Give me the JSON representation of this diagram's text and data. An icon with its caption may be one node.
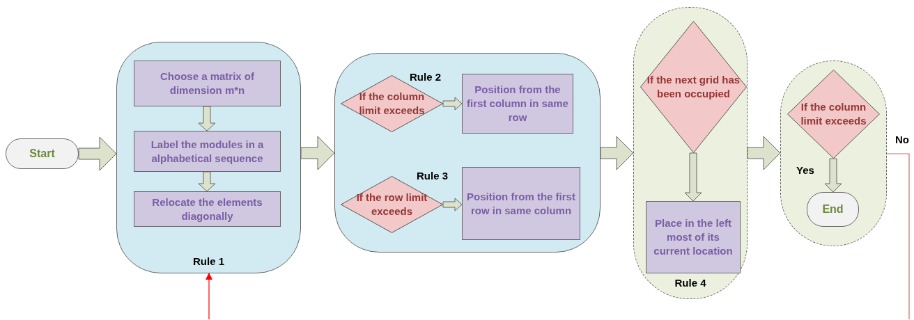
{
  "diagram": {
    "nodes": [
      {
        "text": [
          "Start"
        ]
      },
      {
        "text": [
          "Rule 1"
        ]
      },
      {
        "text": [
          "Choose a matrix of dimension m*n"
        ],
        "in": 1
      },
      {
        "text": [
          "Label the modules in a alphabetical sequence"
        ],
        "in": 1
      },
      {
        "text": [
          "Relocate the elements diagonally"
        ],
        "in": 1
      },
      {
        "text": [],
        "shape": "box"
      },
      {
        "text": [
          "If the column limit exceeds"
        ],
        "in": 5,
        "beside": [
          "Rule 2"
        ]
      },
      {
        "text": [
          "Position from the first column in same row"
        ],
        "in": 5
      },
      {
        "text": [
          "If the row limit exceeds"
        ],
        "in": 5,
        "beside": [
          "Rule 3"
        ]
      },
      {
        "text": [
          "Position from the first row in same column"
        ],
        "in": 5
      },
      {
        "text": [
          "Rule 4"
        ]
      },
      {
        "text": [
          "If the next grid has been occupied"
        ],
        "in": 10
      },
      {
        "text": [
          "Place in the left most of its current location"
        ],
        "in": 10
      },
      {
        "text": [],
        "shape": "box"
      },
      {
        "text": [
          "If the column limit exceeds"
        ],
        "in": 13
      },
      {
        "text": [
          "End"
        ],
        "in": 13
      }
    ],
    "edges": [
      {
        "from": 0,
        "to": 1,
        "arrow": "to",
        "style": "thick"
      },
      {
        "from": 2,
        "to": 3,
        "arrow": "to",
        "style": "thick"
      },
      {
        "from": 3,
        "to": 4,
        "arrow": "to",
        "style": "thick"
      },
      {
        "from": 1,
        "to": 5,
        "arrow": "to",
        "style": "thick"
      },
      {
        "from": 6,
        "to": 7,
        "arrow": "to",
        "style": "thick"
      },
      {
        "from": 8,
        "to": 9,
        "arrow": "to",
        "style": "thick"
      },
      {
        "from": 5,
        "to": 10,
        "arrow": "to",
        "style": "thick"
      },
      {
        "from": 11,
        "to": 12,
        "arrow": "to",
        "style": "thick"
      },
      {
        "from": 10,
        "to": 13,
        "arrow": "to",
        "style": "thick"
      },
      {
        "from": 14,
        "to": 15,
        "arrow": "to",
        "style": "thick",
        "label": "Yes"
      },
      {
        "from": 13,
        "to": null,
        "arrow": "none",
        "color": "#e06666",
        "label": "No"
      },
      {
        "from": null,
        "to": 1,
        "arrow": "to",
        "color": "#ff0000"
      }
    ]
  }
}
